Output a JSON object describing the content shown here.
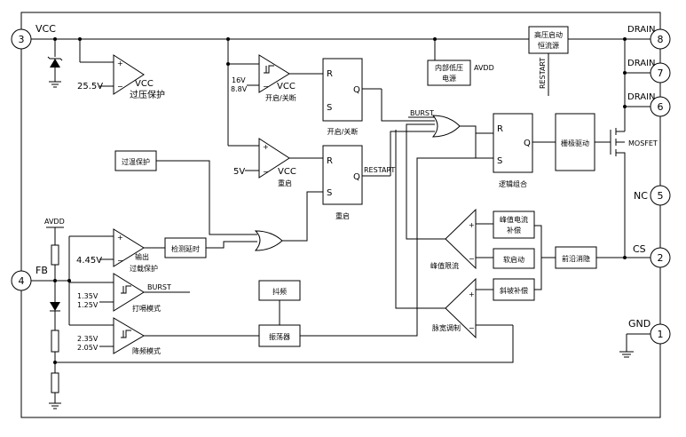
{
  "pins": {
    "vcc": {
      "num": "3",
      "name": "VCC"
    },
    "fb": {
      "num": "4",
      "name": "FB"
    },
    "drain8": {
      "num": "8",
      "name": "DRAIN"
    },
    "drain7": {
      "num": "7",
      "name": "DRAIN"
    },
    "drain6": {
      "num": "6",
      "name": "DRAIN"
    },
    "nc": {
      "num": "5",
      "name": "NC"
    },
    "cs": {
      "num": "2",
      "name": "CS"
    },
    "gnd": {
      "num": "1",
      "name": "GND"
    }
  },
  "blocks": {
    "hv_line1": "高压启动",
    "hv_line2": "恒流源",
    "ldo_line1": "内部低压",
    "ldo_line2": "电源",
    "avdd": "AVDD",
    "restart_v": "RESTART",
    "otp": "过温保护",
    "delay": "检测延时",
    "jitter": "抖频",
    "osc": "振荡器",
    "gate": "栅极驱动",
    "leb": "前沿消隐",
    "peak_comp_1": "峰值电流",
    "peak_comp_2": "补偿",
    "soft": "软启动",
    "slope": "斜坡补偿",
    "logic": "逻辑组合",
    "onoff": "开启/关断",
    "restart": "重启",
    "burst": "BURST",
    "mosfet": "MOSFET",
    "avdd_fb": "AVDD"
  },
  "comparators": {
    "ovp": {
      "ref": "25.5V",
      "in": "VCC",
      "name": "过压保护"
    },
    "uvlo": {
      "ref_hi": "16V",
      "ref_lo": "8.8V",
      "in": "VCC",
      "name": "开启/关断"
    },
    "rst": {
      "ref": "5V",
      "in": "VCC",
      "name": "重启"
    },
    "olp": {
      "ref": "4.45V",
      "name_1": "输出",
      "name_2": "过载保护"
    },
    "burst": {
      "ref_hi": "1.35V",
      "ref_lo": "1.25V",
      "out": "BURST",
      "name": "打嗝模式"
    },
    "freq": {
      "ref_hi": "2.35V",
      "ref_lo": "2.05V",
      "name": "降频模式"
    },
    "peak": {
      "name": "峰值限流"
    },
    "pwm": {
      "name": "脉宽调制"
    }
  },
  "latches": {
    "r": "R",
    "s": "S",
    "q": "Q",
    "restart_out": "RESTART"
  },
  "signs": {
    "plus": "+",
    "minus": "−"
  }
}
